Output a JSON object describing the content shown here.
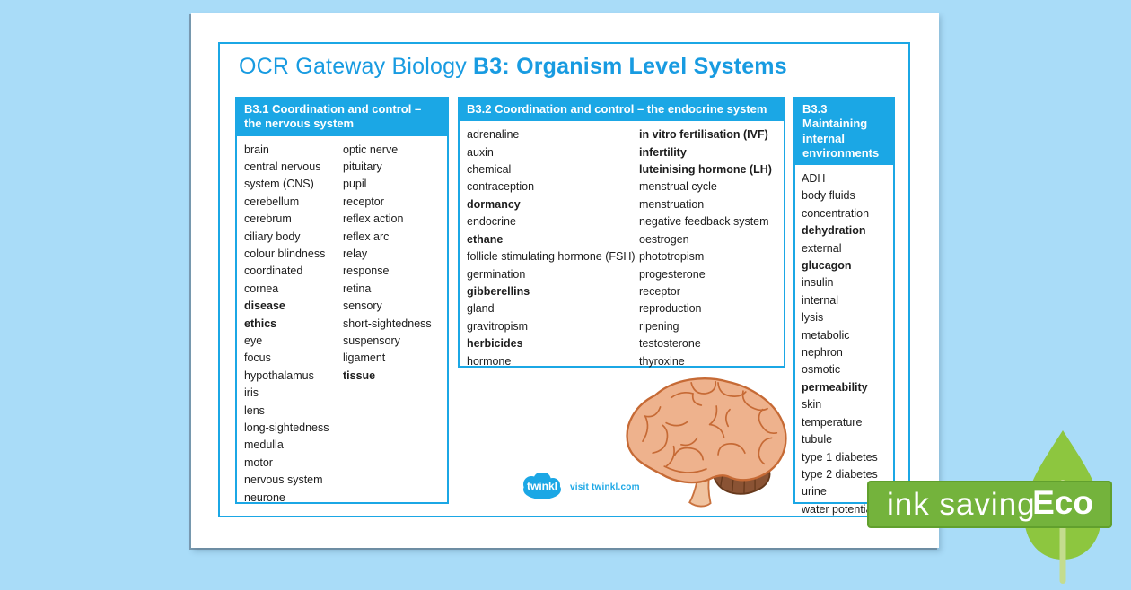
{
  "page": {
    "title_regular": "OCR Gateway Biology ",
    "title_bold": "B3: Organism Level Systems"
  },
  "sections": [
    {
      "id": "b3-1",
      "header": "B3.1 Coordination and control – the nervous system",
      "columns": [
        {
          "items": [
            {
              "text": "brain"
            },
            {
              "text": "central nervous system (CNS)"
            },
            {
              "text": "cerebellum"
            },
            {
              "text": "cerebrum"
            },
            {
              "text": "ciliary body"
            },
            {
              "text": "colour blindness"
            },
            {
              "text": "coordinated"
            },
            {
              "text": "cornea"
            },
            {
              "text": "disease",
              "bold": true
            },
            {
              "text": "ethics",
              "bold": true
            },
            {
              "text": "eye"
            },
            {
              "text": "focus"
            },
            {
              "text": "hypothalamus"
            },
            {
              "text": "iris"
            },
            {
              "text": "lens"
            },
            {
              "text": "long-sightedness"
            },
            {
              "text": "medulla"
            },
            {
              "text": "motor"
            },
            {
              "text": "nervous system"
            },
            {
              "text": "neurone"
            }
          ]
        },
        {
          "items": [
            {
              "text": "optic nerve"
            },
            {
              "text": "pituitary"
            },
            {
              "text": "pupil"
            },
            {
              "text": "receptor"
            },
            {
              "text": "reflex action"
            },
            {
              "text": "reflex arc"
            },
            {
              "text": "relay"
            },
            {
              "text": "response"
            },
            {
              "text": "retina"
            },
            {
              "text": "sensory"
            },
            {
              "text": "short-sightedness"
            },
            {
              "text": "suspensory ligament"
            },
            {
              "text": "tissue",
              "bold": true
            }
          ]
        }
      ]
    },
    {
      "id": "b3-2",
      "header": "B3.2 Coordination and control – the endocrine system",
      "columns": [
        {
          "items": [
            {
              "text": "adrenaline"
            },
            {
              "text": "auxin"
            },
            {
              "text": "chemical"
            },
            {
              "text": "contraception"
            },
            {
              "text": "dormancy",
              "bold": true
            },
            {
              "text": "endocrine"
            },
            {
              "text": "ethane",
              "bold": true
            },
            {
              "text": "follicle stimulating hormone (FSH)"
            },
            {
              "text": "germination"
            },
            {
              "text": "gibberellins",
              "bold": true
            },
            {
              "text": "gland"
            },
            {
              "text": "gravitropism"
            },
            {
              "text": "herbicides",
              "bold": true
            },
            {
              "text": "hormone"
            }
          ]
        },
        {
          "items": [
            {
              "text": "in vitro fertilisation (IVF)",
              "bold": true
            },
            {
              "text": "infertility",
              "bold": true
            },
            {
              "text": "luteinising hormone (LH)",
              "bold": true
            },
            {
              "text": "menstrual cycle"
            },
            {
              "text": "menstruation"
            },
            {
              "text": "negative feedback system"
            },
            {
              "text": "oestrogen"
            },
            {
              "text": "phototropism"
            },
            {
              "text": "progesterone"
            },
            {
              "text": "receptor"
            },
            {
              "text": "reproduction"
            },
            {
              "text": "ripening"
            },
            {
              "text": "testosterone"
            },
            {
              "text": "thyroxine"
            }
          ]
        }
      ]
    },
    {
      "id": "b3-3",
      "header": "B3.3 Maintaining internal environments",
      "columns": [
        {
          "items": [
            {
              "text": "ADH"
            },
            {
              "text": "body fluids"
            },
            {
              "text": "concentration"
            },
            {
              "text": "dehydration",
              "bold": true
            },
            {
              "text": "external"
            },
            {
              "text": "glucagon",
              "bold": true
            },
            {
              "text": "insulin"
            },
            {
              "text": "internal"
            },
            {
              "text": "lysis"
            },
            {
              "text": "metabolic"
            },
            {
              "text": "nephron"
            },
            {
              "text": "osmotic"
            },
            {
              "text": "permeability",
              "bold": true
            },
            {
              "text": "skin"
            },
            {
              "text": "temperature"
            },
            {
              "text": "tubule"
            },
            {
              "text": "type 1 diabetes"
            },
            {
              "text": "type 2 diabetes"
            },
            {
              "text": "urine"
            },
            {
              "text": "water potential"
            }
          ]
        }
      ]
    }
  ],
  "footer": {
    "logo_text": "twinkl",
    "visit_text": "visit twinkl.com"
  },
  "eco_badge": {
    "banner_text": "ink saving",
    "leaf_text": "Eco"
  },
  "colors": {
    "accent_blue": "#1ba7e5",
    "title_blue": "#189be1",
    "background_blue": "#a9dcf8",
    "banner_green": "#74b33c",
    "leaf_green": "#8dc63f"
  }
}
